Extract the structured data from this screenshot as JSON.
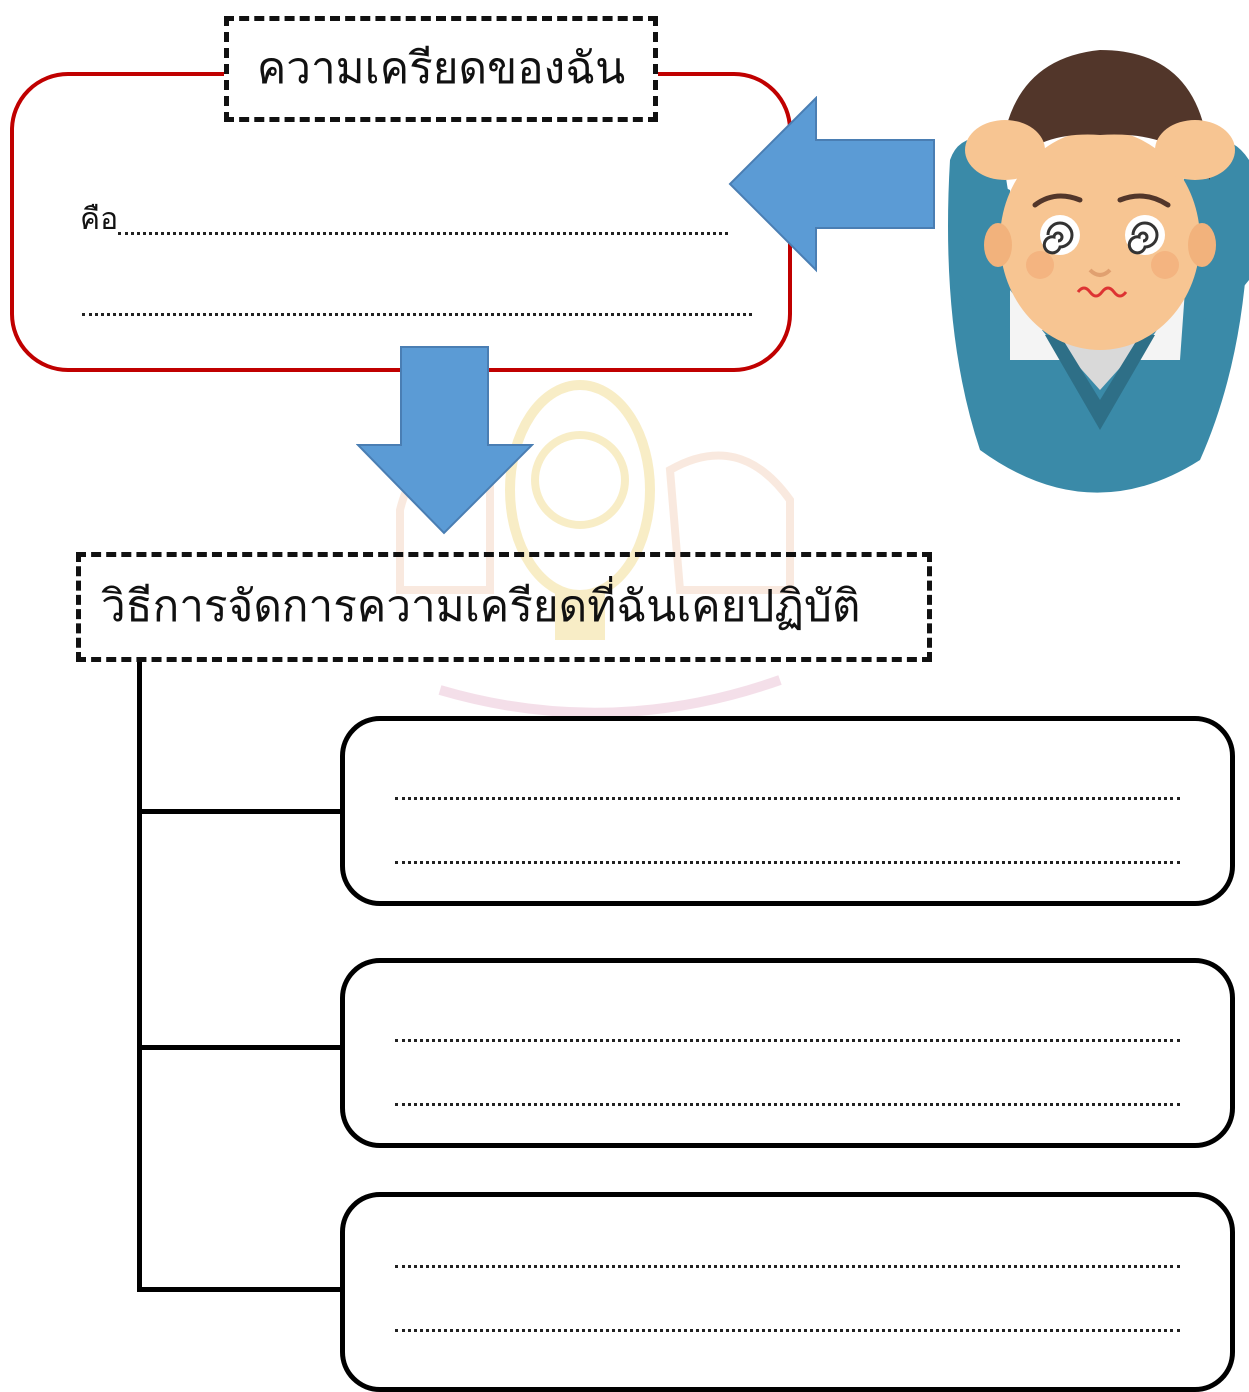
{
  "stress_section": {
    "title": "ความเครียดของฉัน",
    "prefix": "คือ"
  },
  "methods_section": {
    "title": "วิธีการจัดการความเครียดที่ฉันเคยปฏิบัติ",
    "answer_boxes": [
      {
        "lines": 2
      },
      {
        "lines": 2
      },
      {
        "lines": 2
      }
    ]
  },
  "colors": {
    "box_border": "#c00000",
    "arrow_fill": "#5b9bd5",
    "arrow_stroke": "#4a7eb3",
    "shirt": "#3a8aa8",
    "skin": "#f7c592",
    "hair": "#52362a"
  },
  "icons": {
    "stressed_person": "stressed-person-icon",
    "left_arrow": "arrow-left-icon",
    "down_arrow": "arrow-down-icon",
    "watermark": "watermark-emblem-icon"
  }
}
